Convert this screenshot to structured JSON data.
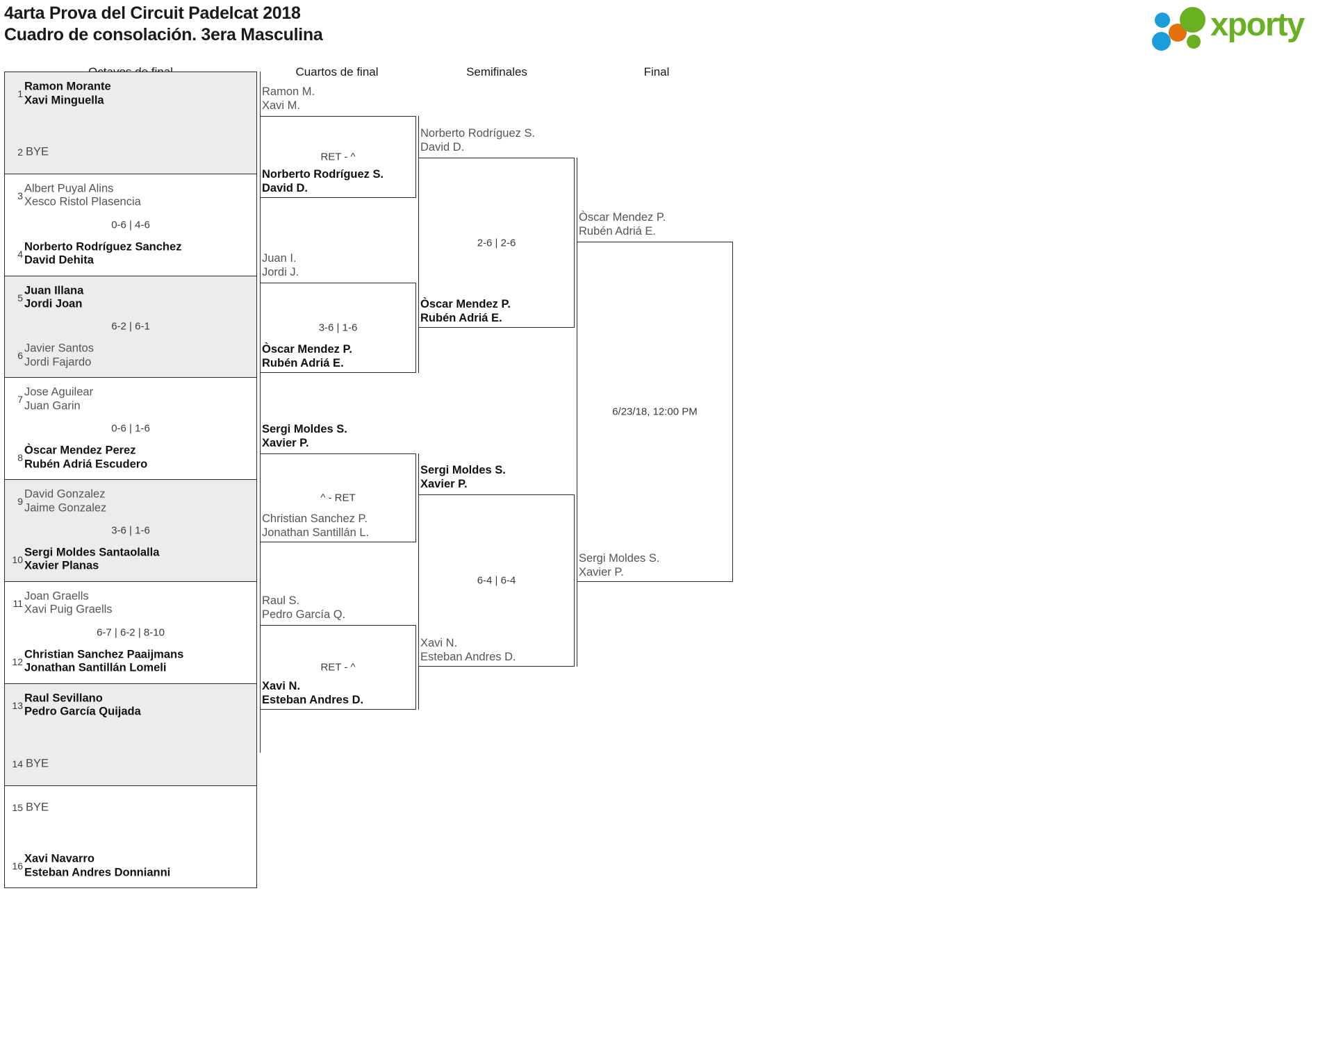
{
  "header": {
    "title_line1": "4arta Prova del Circuit Padelcat 2018",
    "title_line2": "Cuadro de consolación. 3era Masculina",
    "logo_text": "xporty",
    "logo_colors": {
      "green": "#6ab023",
      "orange": "#e2710a",
      "blue": "#1b9dd9"
    }
  },
  "rounds": [
    {
      "id": "octavos",
      "label": "Octavos de final"
    },
    {
      "id": "cuartos",
      "label": "Cuartos de final"
    },
    {
      "id": "semifinales",
      "label": "Semifinales"
    },
    {
      "id": "final",
      "label": "Final"
    }
  ],
  "round1": {
    "matches": [
      {
        "shaded": true,
        "score": "",
        "top": {
          "seed": "1",
          "bye": false,
          "p1": "Ramon Morante",
          "p2": "Xavi Minguella",
          "result": "winner"
        },
        "bot": {
          "seed": "2",
          "bye": true,
          "bye_label": "BYE",
          "result": "loser"
        }
      },
      {
        "shaded": false,
        "score": "0-6 | 4-6",
        "top": {
          "seed": "3",
          "bye": false,
          "p1": "Albert Puyal Alins",
          "p2": "Xesco Ristol Plasencia",
          "result": "loser"
        },
        "bot": {
          "seed": "4",
          "bye": false,
          "p1": "Norberto Rodríguez Sanchez",
          "p2": "David Dehita",
          "result": "winner"
        }
      },
      {
        "shaded": true,
        "score": "6-2 | 6-1",
        "top": {
          "seed": "5",
          "bye": false,
          "p1": "Juan Illana",
          "p2": "Jordi Joan",
          "result": "winner"
        },
        "bot": {
          "seed": "6",
          "bye": false,
          "p1": "Javier Santos",
          "p2": "Jordi Fajardo",
          "result": "loser"
        }
      },
      {
        "shaded": false,
        "score": "0-6 | 1-6",
        "top": {
          "seed": "7",
          "bye": false,
          "p1": "Jose Aguilear",
          "p2": "Juan Garin",
          "result": "loser"
        },
        "bot": {
          "seed": "8",
          "bye": false,
          "p1": "Òscar Mendez Perez",
          "p2": "Rubén Adriá Escudero",
          "result": "winner"
        }
      },
      {
        "shaded": true,
        "score": "3-6 | 1-6",
        "top": {
          "seed": "9",
          "bye": false,
          "p1": "David Gonzalez",
          "p2": "Jaime Gonzalez",
          "result": "loser"
        },
        "bot": {
          "seed": "10",
          "bye": false,
          "p1": "Sergi Moldes Santaolalla",
          "p2": "Xavier Planas",
          "result": "winner"
        }
      },
      {
        "shaded": false,
        "score": "6-7 | 6-2 | 8-10",
        "top": {
          "seed": "11",
          "bye": false,
          "p1": "Joan Graells",
          "p2": "Xavi Puig Graells",
          "result": "loser"
        },
        "bot": {
          "seed": "12",
          "bye": false,
          "p1": "Christian Sanchez Paaijmans",
          "p2": "Jonathan Santillán Lomeli",
          "result": "winner"
        }
      },
      {
        "shaded": true,
        "score": "",
        "top": {
          "seed": "13",
          "bye": false,
          "p1": "Raul Sevillano",
          "p2": "Pedro García Quijada",
          "result": "winner"
        },
        "bot": {
          "seed": "14",
          "bye": true,
          "bye_label": "BYE",
          "result": "loser"
        }
      },
      {
        "shaded": false,
        "score": "",
        "top": {
          "seed": "15",
          "bye": true,
          "bye_label": "BYE",
          "result": "loser"
        },
        "bot": {
          "seed": "16",
          "bye": false,
          "p1": "Xavi Navarro",
          "p2": "Esteban Andres Donnianni",
          "result": "winner"
        }
      }
    ]
  },
  "round2": {
    "matches": [
      {
        "score": "RET - ^",
        "top": {
          "p1": "Ramon M.",
          "p2": "Xavi M.",
          "result": "loser"
        },
        "bot": {
          "p1": "Norberto Rodríguez S.",
          "p2": "David D.",
          "result": "winner"
        }
      },
      {
        "score": "3-6 | 1-6",
        "top": {
          "p1": "Juan I.",
          "p2": "Jordi J.",
          "result": "loser"
        },
        "bot": {
          "p1": "Òscar Mendez P.",
          "p2": "Rubén Adriá E.",
          "result": "winner"
        }
      },
      {
        "score": "^ - RET",
        "top": {
          "p1": "Sergi Moldes S.",
          "p2": "Xavier P.",
          "result": "winner"
        },
        "bot": {
          "p1": "Christian Sanchez P.",
          "p2": "Jonathan Santillán L.",
          "result": "loser"
        }
      },
      {
        "score": "RET - ^",
        "top": {
          "p1": "Raul S.",
          "p2": "Pedro García Q.",
          "result": "loser"
        },
        "bot": {
          "p1": "Xavi N.",
          "p2": "Esteban Andres D.",
          "result": "winner"
        }
      }
    ]
  },
  "round3": {
    "matches": [
      {
        "score": "2-6 | 2-6",
        "top": {
          "p1": "Norberto Rodríguez S.",
          "p2": "David D.",
          "result": "loser"
        },
        "bot": {
          "p1": "Òscar Mendez P.",
          "p2": "Rubén Adriá E.",
          "result": "winner"
        }
      },
      {
        "score": "6-4 | 6-4",
        "top": {
          "p1": "Sergi Moldes S.",
          "p2": "Xavier P.",
          "result": "winner"
        },
        "bot": {
          "p1": "Xavi N.",
          "p2": "Esteban Andres D.",
          "result": "loser"
        }
      }
    ]
  },
  "round4": {
    "matches": [
      {
        "score": "6/23/18, 12:00 PM",
        "top": {
          "p1": "Òscar Mendez P.",
          "p2": "Rubén Adriá E.",
          "result": "loser"
        },
        "bot": {
          "p1": "Sergi Moldes S.",
          "p2": "Xavier P.",
          "result": "loser"
        }
      }
    ]
  }
}
